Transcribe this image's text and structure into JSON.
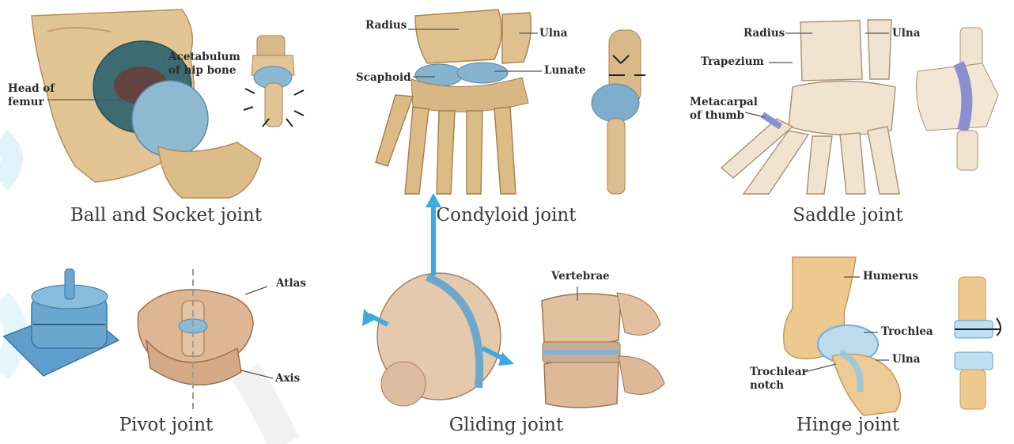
{
  "panels": [
    {
      "caption": "Ball and Socket joint",
      "labels": {
        "acetabulum_line1": "Acetabulum",
        "acetabulum_line2": "of hip bone",
        "head_line1": "Head of",
        "head_line2": "femur"
      }
    },
    {
      "caption": "Condyloid joint",
      "labels": {
        "radius": "Radius",
        "ulna": "Ulna",
        "scaphoid": "Scaphoid",
        "lunate": "Lunate"
      }
    },
    {
      "caption": "Saddle joint",
      "labels": {
        "radius": "Radius",
        "ulna": "Ulna",
        "trapezium": "Trapezium",
        "metacarpal_line1": "Metacarpal",
        "metacarpal_line2": "of thumb"
      }
    },
    {
      "caption": "Pivot joint",
      "labels": {
        "atlas": "Atlas",
        "axis": "Axis"
      }
    },
    {
      "caption": "Gliding joint",
      "labels": {
        "vertebrae": "Vertebrae"
      }
    },
    {
      "caption": "Hinge joint",
      "labels": {
        "humerus": "Humerus",
        "trochlea": "Trochlea",
        "ulna": "Ulna",
        "notch_line1": "Trochlear",
        "notch_line2": "notch"
      }
    }
  ],
  "colors": {
    "bone": "#e4c99a",
    "bone_shadow": "#b88c55",
    "cartilage": "#7fb6d6",
    "joint_blue": "#5a9cc4",
    "arrow_blue": "#3fa9df",
    "accent_cyan": "#3cc4e6"
  }
}
